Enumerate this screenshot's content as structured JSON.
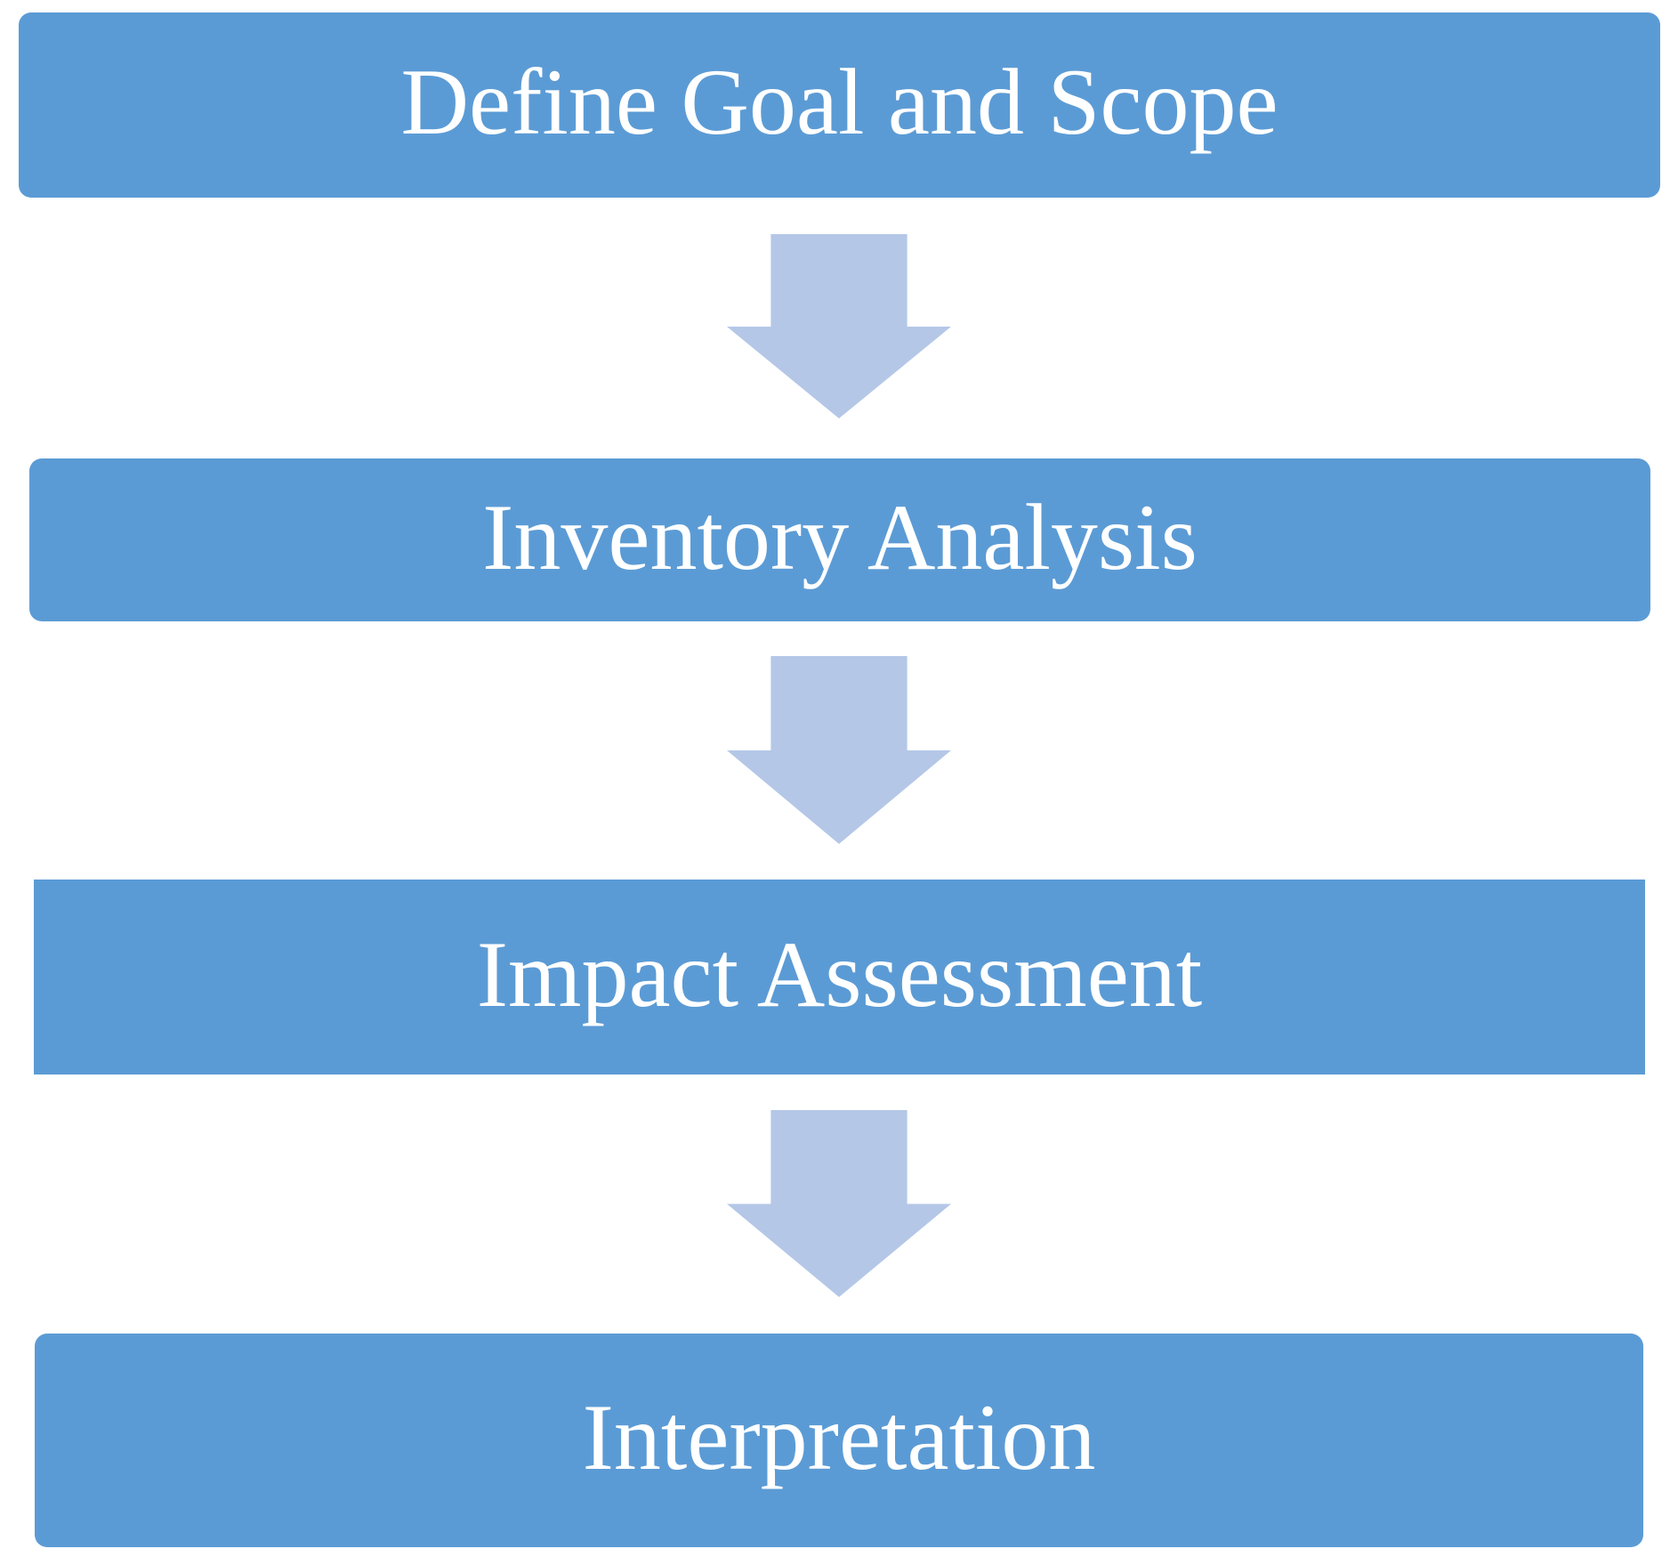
{
  "diagram": {
    "steps": [
      {
        "label": "Define Goal and Scope"
      },
      {
        "label": "Inventory Analysis"
      },
      {
        "label": "Impact Assessment"
      },
      {
        "label": "Interpretation"
      }
    ],
    "arrows": [
      {
        "icon": "down-arrow-icon"
      },
      {
        "icon": "down-arrow-icon"
      },
      {
        "icon": "down-arrow-icon"
      }
    ],
    "colors": {
      "box_fill": "#5B9BD5",
      "arrow_fill": "#B4C7E7",
      "text": "#FFFFFF"
    }
  }
}
